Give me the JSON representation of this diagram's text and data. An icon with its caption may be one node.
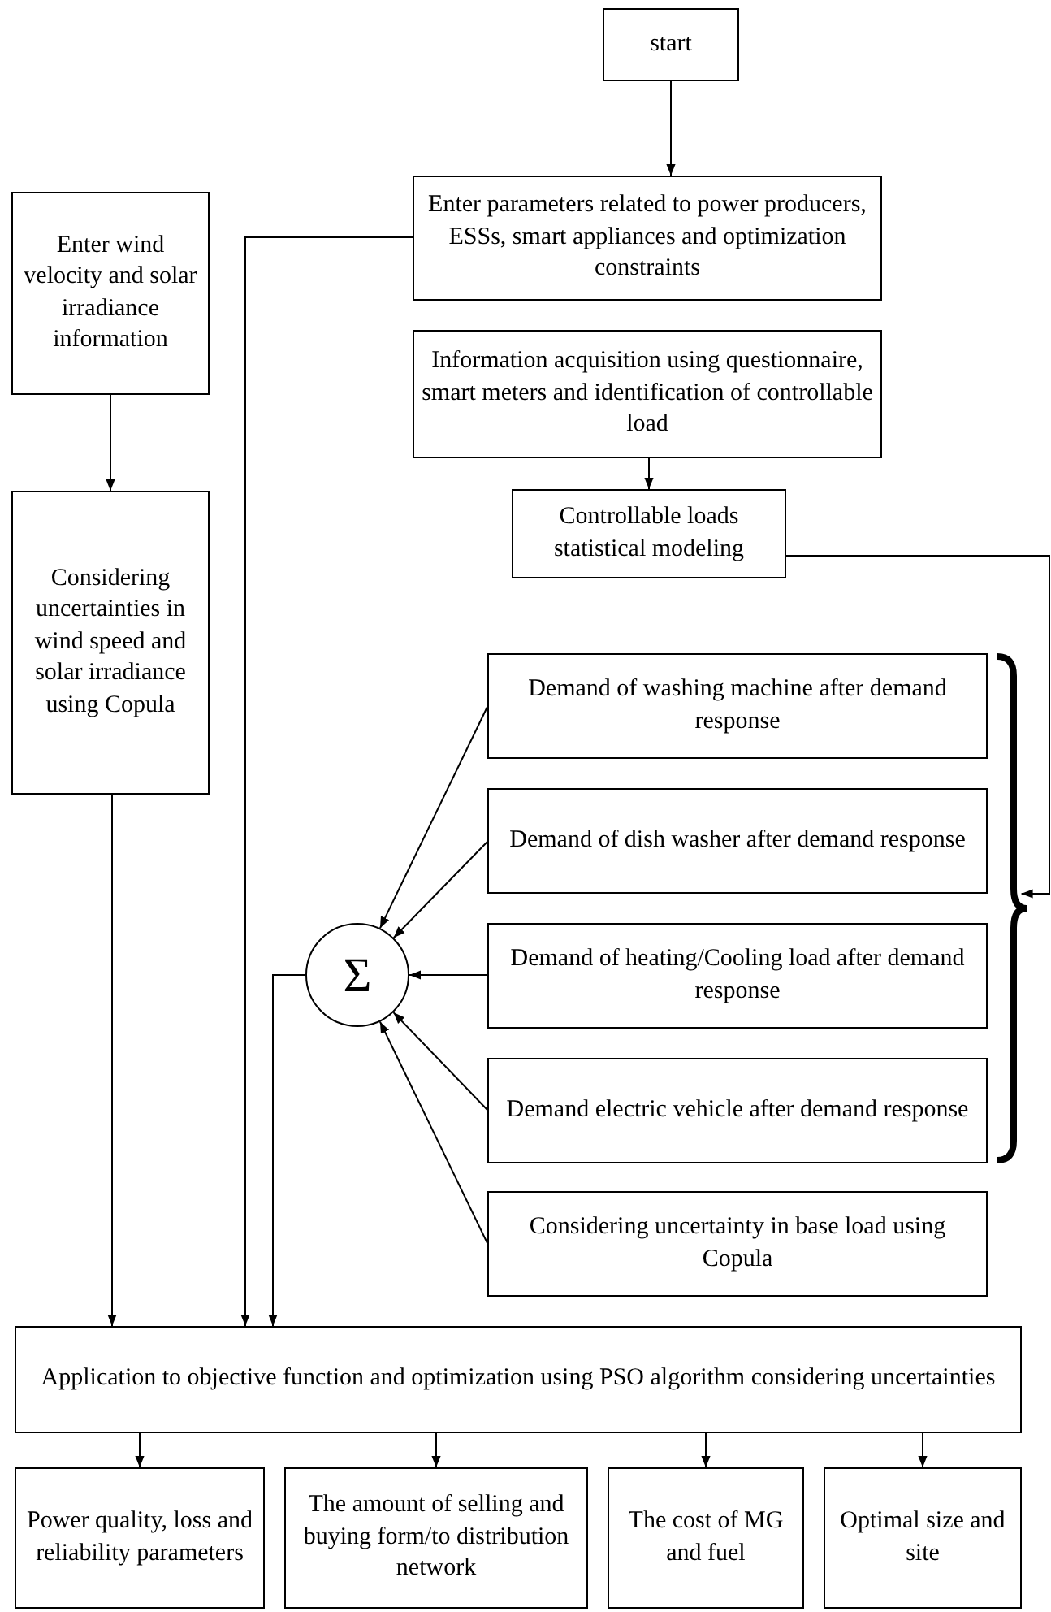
{
  "diagram": {
    "nodes": [
      {
        "text": [
          "start"
        ]
      },
      {
        "text": [
          "Enter parameters related to power producers, ESSs, smart appliances and optimization constraints"
        ]
      },
      {
        "text": [
          "Enter wind velocity and solar irradiance information"
        ]
      },
      {
        "text": [
          "Information acquisition using questionnaire, smart meters and identification of controllable load"
        ]
      },
      {
        "text": [
          "Controllable loads statistical modeling"
        ]
      },
      {
        "text": [
          "Considering uncertainties in wind speed and solar irradiance using Copula"
        ]
      },
      {
        "text": [
          "Demand of washing machine after demand response"
        ]
      },
      {
        "text": [
          "Demand of dish washer after demand response"
        ]
      },
      {
        "text": [
          "Demand of heating/Cooling load after demand response"
        ]
      },
      {
        "text": [
          "Demand electric vehicle after demand response"
        ]
      },
      {
        "text": [
          "Σ"
        ]
      },
      {
        "text": [],
        "shape": "brace"
      },
      {
        "text": [
          "Considering uncertainty in base load using Copula"
        ]
      },
      {
        "text": [
          "Application to objective function and optimization using PSO algorithm considering uncertainties"
        ]
      },
      {
        "text": [
          "Power quality, loss and reliability parameters"
        ]
      },
      {
        "text": [
          "The amount of selling and buying form/to distribution network"
        ]
      },
      {
        "text": [
          "The cost of MG and fuel"
        ]
      },
      {
        "text": [
          "Optimal size and site"
        ]
      }
    ],
    "edges": [
      {
        "from": 0,
        "to": 1,
        "arrow": "to"
      },
      {
        "from": 1,
        "to": 13,
        "arrow": "to"
      },
      {
        "from": 3,
        "to": 4,
        "arrow": "to"
      },
      {
        "from": 2,
        "to": 5,
        "arrow": "to"
      },
      {
        "from": 5,
        "to": 13,
        "arrow": "to"
      },
      {
        "from": 4,
        "to": 11,
        "arrow": "to"
      },
      {
        "from": 6,
        "to": 10,
        "arrow": "to"
      },
      {
        "from": 7,
        "to": 10,
        "arrow": "to"
      },
      {
        "from": 8,
        "to": 10,
        "arrow": "to"
      },
      {
        "from": 9,
        "to": 10,
        "arrow": "to"
      },
      {
        "from": 12,
        "to": 10,
        "arrow": "to"
      },
      {
        "from": 10,
        "to": 13,
        "arrow": "to"
      },
      {
        "from": 13,
        "to": 14,
        "arrow": "to"
      },
      {
        "from": 13,
        "to": 15,
        "arrow": "to"
      },
      {
        "from": 13,
        "to": 16,
        "arrow": "to"
      },
      {
        "from": 13,
        "to": 17,
        "arrow": "to"
      }
    ]
  }
}
